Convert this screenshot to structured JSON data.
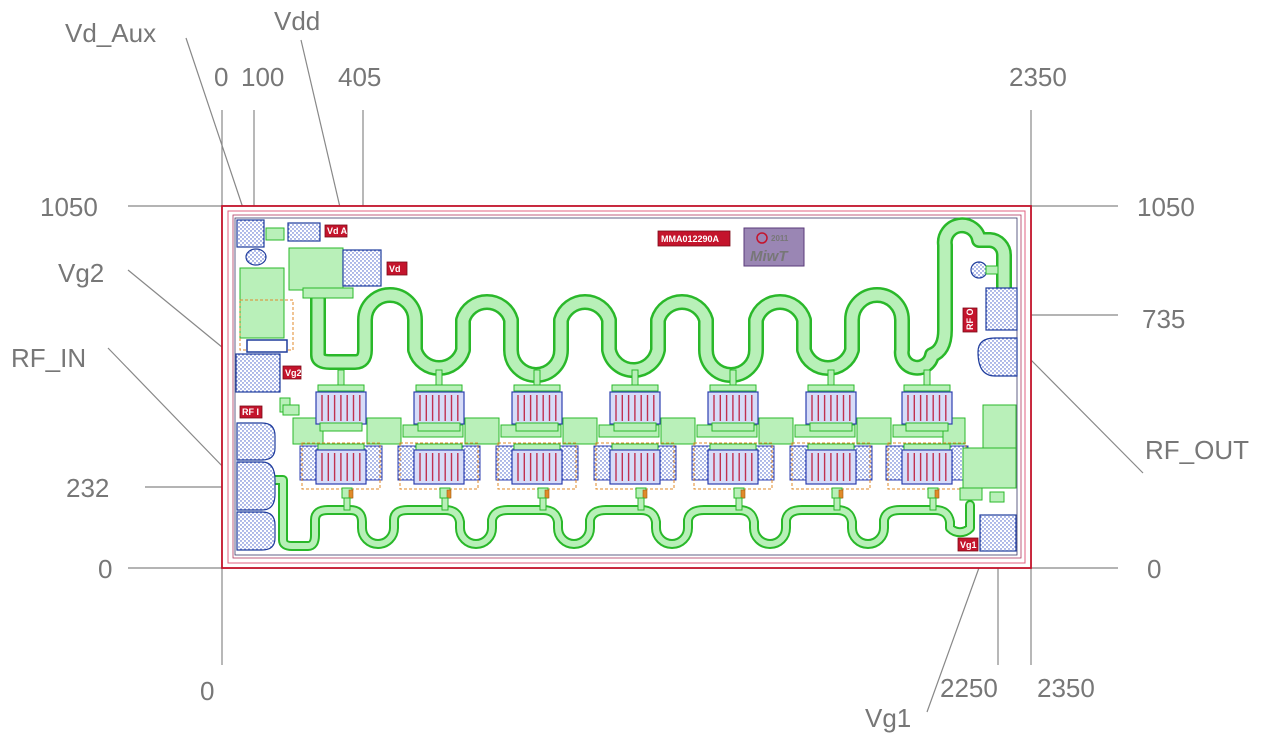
{
  "pads": {
    "vd_aux": "Vd_Aux",
    "vdd": "Vdd",
    "vg2": "Vg2",
    "rf_in": "RF_IN",
    "rf_out": "RF_OUT",
    "vg1": "Vg1"
  },
  "dimensions": {
    "top_x": [
      "0",
      "100",
      "405",
      "2350"
    ],
    "left_y_top": "1050",
    "right_y_top": "1050",
    "right_y_mid": "735",
    "left_y_low": "232",
    "left_y_bottom": "0",
    "right_y_bottom": "0",
    "bottom_x": [
      "0",
      "2250",
      "2350"
    ]
  },
  "chip": {
    "part_label": "MMA012290A",
    "logo_year": "2011",
    "logo_text": "MiwT",
    "pad_tags": {
      "vd_aux": "Vd Aux",
      "vdd": "Vd",
      "vg2": "Vg2",
      "rf_in": "RF I",
      "rf_out": "RF O",
      "vg1": "Vg1"
    }
  },
  "colors": {
    "chip_border": "#c4142c",
    "trace": "#2ab82a",
    "trace_fill": "#b8f0b8",
    "pad_outline": "#1f3c9c",
    "dimension_text": "#777777"
  }
}
